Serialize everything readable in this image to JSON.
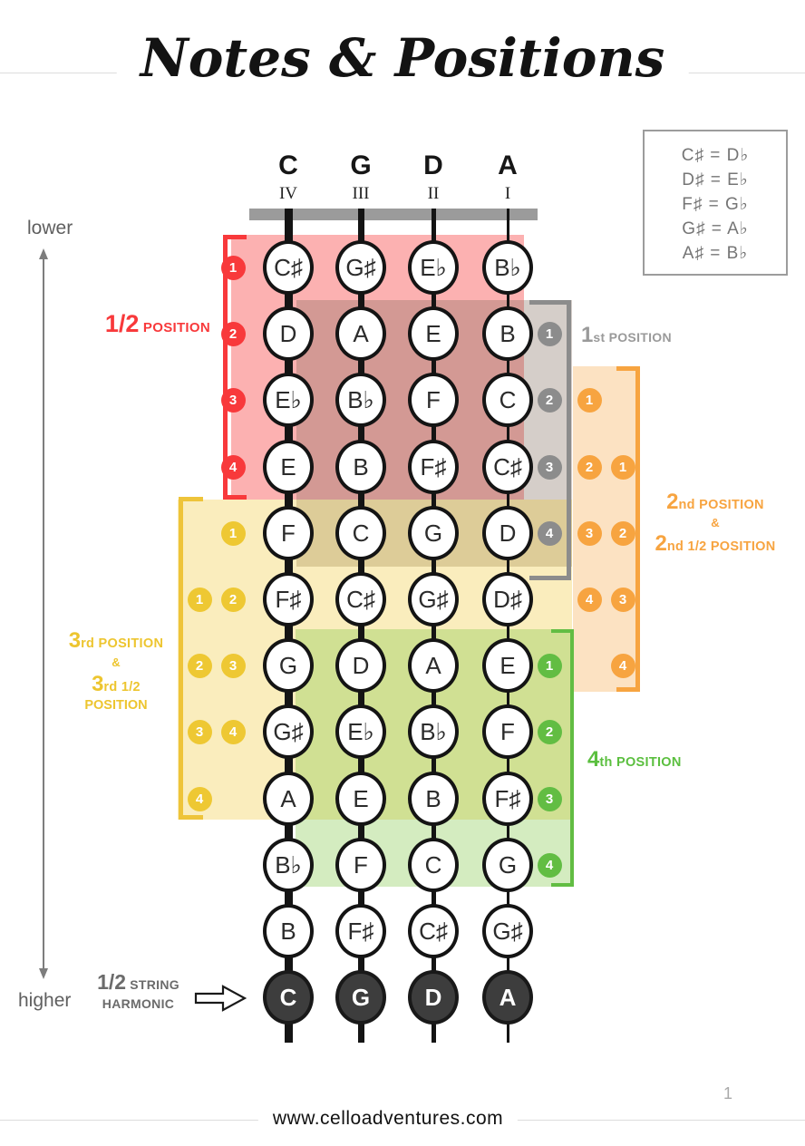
{
  "title": "Notes & Positions",
  "legend": {
    "items": [
      "C♯ = D♭",
      "D♯ = E♭",
      "F♯ = G♭",
      "G♯ = A♭",
      "A♯ = B♭"
    ]
  },
  "axis": {
    "top": "lower",
    "bottom": "higher"
  },
  "strings": [
    {
      "letter": "C",
      "numeral": "IV"
    },
    {
      "letter": "G",
      "numeral": "III"
    },
    {
      "letter": "D",
      "numeral": "II"
    },
    {
      "letter": "A",
      "numeral": "I"
    }
  ],
  "positions": {
    "half": {
      "big": "1/2",
      "small": " POSITION"
    },
    "first": {
      "big": "1",
      "small": "st POSITION"
    },
    "second": {
      "l1_big": "2",
      "l1_small": "nd POSITION",
      "amp": "&",
      "l2_big": "2",
      "l2_small": "nd 1/2 POSITION"
    },
    "third": {
      "l1_big": "3",
      "l1_small": "rd POSITION",
      "amp": "&",
      "l2_big": "3",
      "l2_small": "rd 1/2",
      "l3": "POSITION"
    },
    "fourth": {
      "big": "4",
      "small": "th POSITION"
    }
  },
  "harmonic": {
    "big": "1/2",
    "small": " STRING",
    "line2": "HARMONIC"
  },
  "rows": [
    {
      "notes": [
        "C♯",
        "G♯",
        "E♭",
        "B♭"
      ],
      "badges": [
        {
          "col": "L2",
          "color": "red",
          "n": "1"
        }
      ]
    },
    {
      "notes": [
        "D",
        "A",
        "E",
        "B"
      ],
      "badges": [
        {
          "col": "L2",
          "color": "red",
          "n": "2"
        },
        {
          "col": "R1",
          "color": "gray",
          "n": "1"
        }
      ]
    },
    {
      "notes": [
        "E♭",
        "B♭",
        "F",
        "C"
      ],
      "badges": [
        {
          "col": "L2",
          "color": "red",
          "n": "3"
        },
        {
          "col": "R1",
          "color": "gray",
          "n": "2"
        },
        {
          "col": "R2",
          "color": "orange",
          "n": "1"
        }
      ]
    },
    {
      "notes": [
        "E",
        "B",
        "F♯",
        "C♯"
      ],
      "badges": [
        {
          "col": "L2",
          "color": "red",
          "n": "4"
        },
        {
          "col": "R1",
          "color": "gray",
          "n": "3"
        },
        {
          "col": "R2",
          "color": "orange",
          "n": "2"
        },
        {
          "col": "R3",
          "color": "orange",
          "n": "1"
        }
      ]
    },
    {
      "notes": [
        "F",
        "C",
        "G",
        "D"
      ],
      "badges": [
        {
          "col": "L2",
          "color": "yellow",
          "n": "1"
        },
        {
          "col": "R1",
          "color": "gray",
          "n": "4"
        },
        {
          "col": "R2",
          "color": "orange",
          "n": "3"
        },
        {
          "col": "R3",
          "color": "orange",
          "n": "2"
        }
      ]
    },
    {
      "notes": [
        "F♯",
        "C♯",
        "G♯",
        "D♯"
      ],
      "badges": [
        {
          "col": "L1",
          "color": "yellow",
          "n": "1"
        },
        {
          "col": "L2",
          "color": "yellow",
          "n": "2"
        },
        {
          "col": "R2",
          "color": "orange",
          "n": "4"
        },
        {
          "col": "R3",
          "color": "orange",
          "n": "3"
        }
      ]
    },
    {
      "notes": [
        "G",
        "D",
        "A",
        "E"
      ],
      "badges": [
        {
          "col": "L1",
          "color": "yellow",
          "n": "2"
        },
        {
          "col": "L2",
          "color": "yellow",
          "n": "3"
        },
        {
          "col": "R1",
          "color": "green",
          "n": "1"
        },
        {
          "col": "R3",
          "color": "orange",
          "n": "4"
        }
      ]
    },
    {
      "notes": [
        "G♯",
        "E♭",
        "B♭",
        "F"
      ],
      "badges": [
        {
          "col": "L1",
          "color": "yellow",
          "n": "3"
        },
        {
          "col": "L2",
          "color": "yellow",
          "n": "4"
        },
        {
          "col": "R1",
          "color": "green",
          "n": "2"
        }
      ]
    },
    {
      "notes": [
        "A",
        "E",
        "B",
        "F♯"
      ],
      "badges": [
        {
          "col": "L1",
          "color": "yellow",
          "n": "4"
        },
        {
          "col": "R1",
          "color": "green",
          "n": "3"
        }
      ]
    },
    {
      "notes": [
        "B♭",
        "F",
        "C",
        "G"
      ],
      "badges": [
        {
          "col": "R1",
          "color": "green",
          "n": "4"
        }
      ]
    },
    {
      "notes": [
        "B",
        "F♯",
        "C♯",
        "G♯"
      ],
      "badges": []
    },
    {
      "notes": [
        "C",
        "G",
        "D",
        "A"
      ],
      "badges": [],
      "dark": true
    }
  ],
  "colors": {
    "red": "#f8393b",
    "gray": "#8c8c8c",
    "orange": "#f7a440",
    "yellow": "#eec833",
    "green": "#62bd43",
    "gray_text": "#9a9a9a",
    "yellow_text": "#edc52f",
    "green_text": "#5bbf3f"
  },
  "footer": {
    "website": "www.celloadventures.com",
    "page": "1"
  }
}
